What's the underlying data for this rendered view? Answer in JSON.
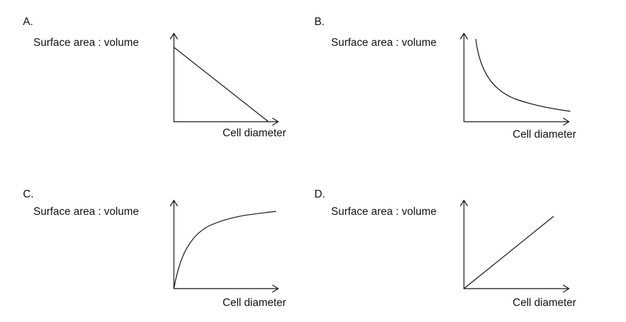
{
  "panels": [
    {
      "letter": "A.",
      "ylabel": "Surface area : volume",
      "xlabel": "Cell diameter",
      "shape": "decreasing-linear"
    },
    {
      "letter": "B.",
      "ylabel": "Surface area : volume",
      "xlabel": "Cell diameter",
      "shape": "decreasing-hyperbolic"
    },
    {
      "letter": "C.",
      "ylabel": "Surface area : volume",
      "xlabel": "Cell diameter",
      "shape": "increasing-saturating"
    },
    {
      "letter": "D.",
      "ylabel": "Surface area : volume",
      "xlabel": "Cell diameter",
      "shape": "increasing-linear"
    }
  ],
  "colors": {
    "ink": "#111111",
    "background": "#ffffff"
  }
}
